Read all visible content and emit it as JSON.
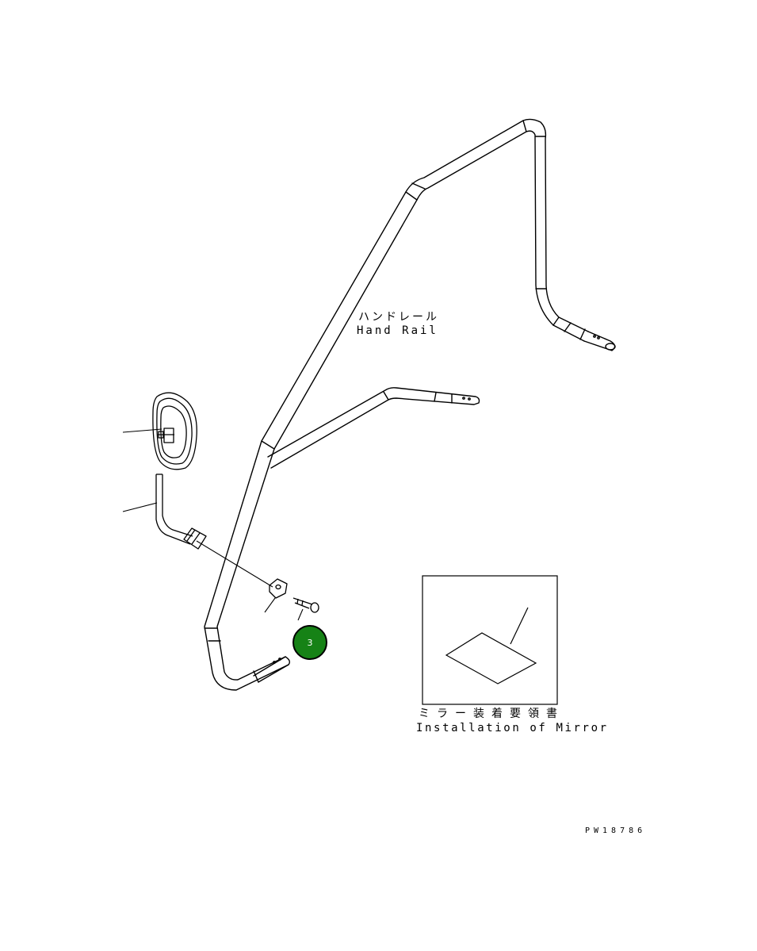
{
  "labels": {
    "hand_rail_jp": "ハンドレール",
    "hand_rail_en": "Hand Rail",
    "installation_jp": "ミラー装着要領書",
    "installation_en": "Installation of Mirror",
    "drawing_code": "PW18786"
  },
  "callouts": [
    {
      "number": "3",
      "fill": "#168216"
    }
  ],
  "colors": {
    "line": "#000000",
    "background": "#ffffff",
    "callout_fill": "#168216"
  }
}
